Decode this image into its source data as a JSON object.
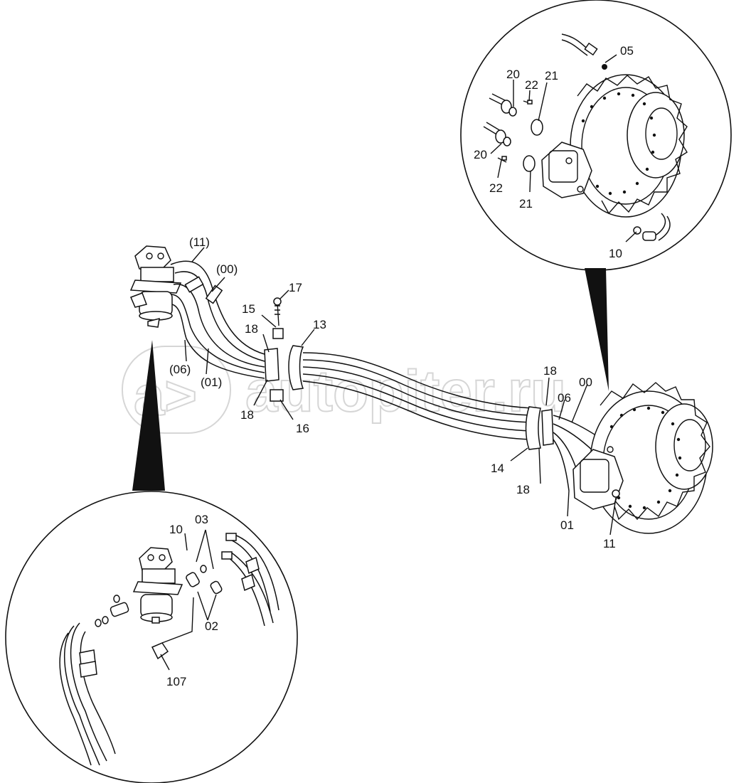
{
  "watermark": "autopiter.ru",
  "watermark_mark": "a>",
  "labels": {
    "p05": "05",
    "p20a": "20",
    "p21a": "21",
    "p22a": "22",
    "p20b": "20",
    "p22b": "22",
    "p21b": "21",
    "p10a": "10",
    "p11p": "(11)",
    "p00p": "(00)",
    "p17": "17",
    "p15": "15",
    "p18a": "18",
    "p13": "13",
    "p06p": "(06)",
    "p01p": "(01)",
    "p18b": "18",
    "p16": "16",
    "p18c": "18",
    "p00": "00",
    "p06": "06",
    "p14": "14",
    "p18d": "18",
    "p01": "01",
    "p11": "11",
    "p10b": "10",
    "p03": "03",
    "p02": "02",
    "p107": "107"
  }
}
